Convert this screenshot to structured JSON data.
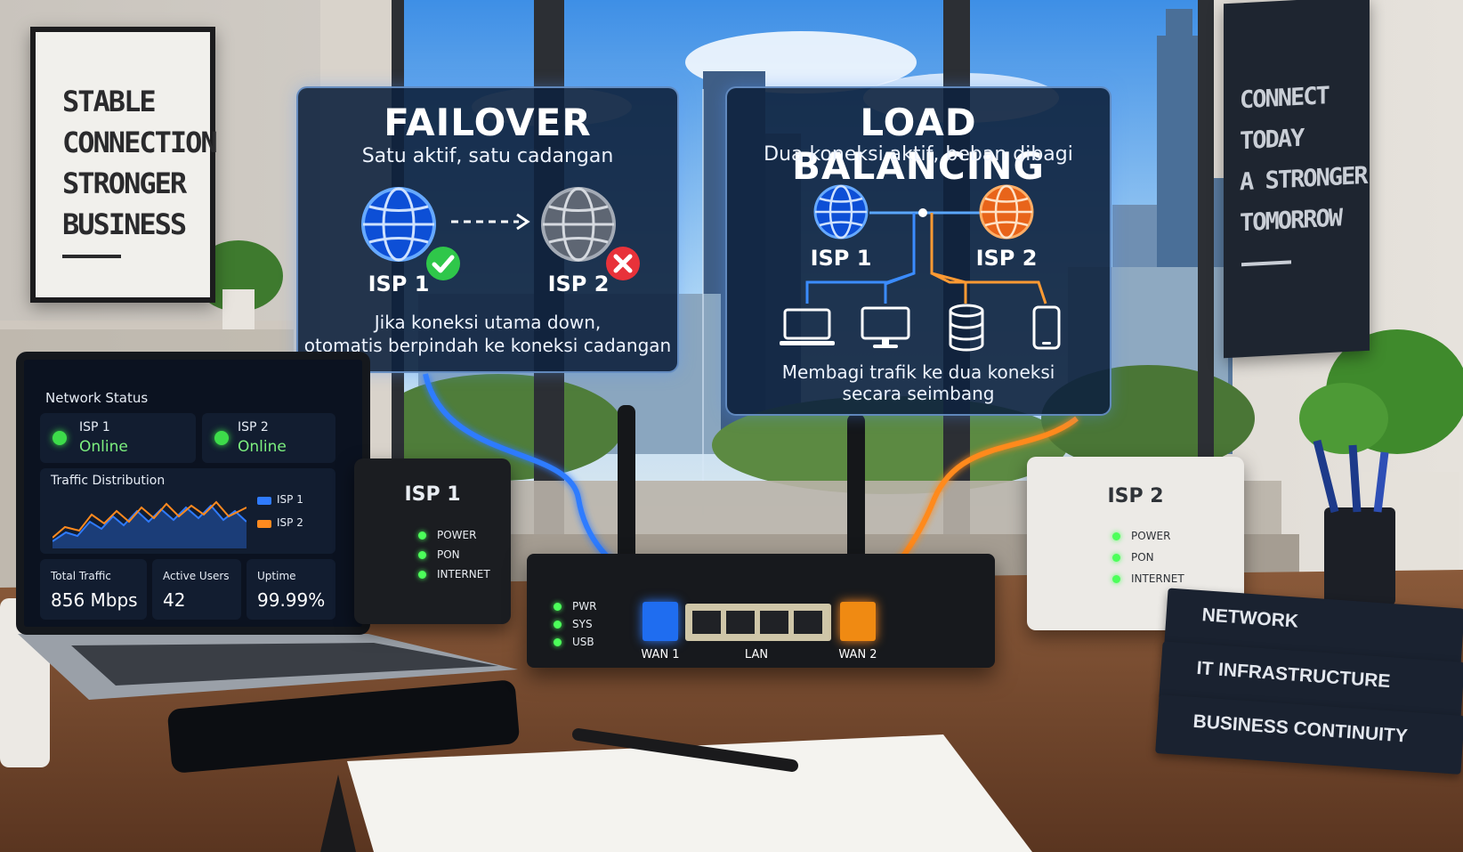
{
  "posters": {
    "left": [
      "STABLE",
      "CONNECTION",
      "STRONGER",
      "BUSINESS"
    ],
    "right": [
      "CONNECT",
      "TODAY",
      "A STRONGER",
      "TOMORROW"
    ]
  },
  "failover": {
    "title": "FAILOVER",
    "subtitle": "Satu aktif, satu cadangan",
    "isp1": "ISP 1",
    "isp2": "ISP 2",
    "description_line1": "Jika koneksi utama down,",
    "description_line2": "otomatis berpindah ke koneksi cadangan"
  },
  "load_balancing": {
    "title": "LOAD BALANCING",
    "subtitle": "Dua koneksi aktif, beban dibagi",
    "isp1": "ISP 1",
    "isp2": "ISP 2",
    "description_line1": "Membagi trafik ke dua koneksi",
    "description_line2": "secara seimbang"
  },
  "dashboard": {
    "title": "Network Status",
    "isp1_name": "ISP 1",
    "isp1_status": "Online",
    "isp2_name": "ISP 2",
    "isp2_status": "Online",
    "traffic_title": "Traffic Distribution",
    "legend_isp1": "ISP 1",
    "legend_isp2": "ISP 2",
    "total_traffic_label": "Total Traffic",
    "total_traffic_value": "856 Mbps",
    "active_users_label": "Active Users",
    "active_users_value": "42",
    "uptime_label": "Uptime",
    "uptime_value": "99.99%"
  },
  "modem_isp1": {
    "title": "ISP 1",
    "leds": [
      "POWER",
      "PON",
      "INTERNET"
    ]
  },
  "modem_isp2": {
    "title": "ISP 2",
    "leds": [
      "POWER",
      "PON",
      "INTERNET"
    ]
  },
  "router": {
    "leds": [
      "PWR",
      "SYS",
      "USB"
    ],
    "wan1": "WAN 1",
    "lan": "LAN",
    "wan2": "WAN 2"
  },
  "books": [
    "NETWORK",
    "IT INFRASTRUCTURE",
    "BUSINESS CONTINUITY"
  ],
  "colors": {
    "isp1": "#2f7bff",
    "isp2": "#ff8a1f",
    "ok": "#2fc74a",
    "fail": "#e8323a",
    "online": "#3ddc4a"
  },
  "icons": [
    "globe-icon",
    "check-icon",
    "cross-icon",
    "arrow-right-icon",
    "laptop-icon",
    "monitor-icon",
    "database-icon",
    "phone-icon"
  ]
}
